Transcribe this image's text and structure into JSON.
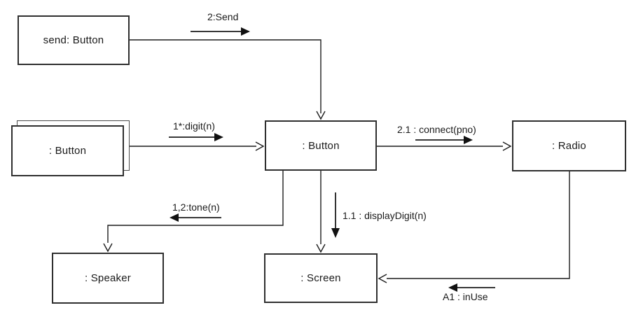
{
  "nodes": {
    "send_button": {
      "label": "send: Button"
    },
    "button_array": {
      "label": ": Button",
      "stacked": true
    },
    "button": {
      "label": ": Button"
    },
    "radio": {
      "label": ": Radio"
    },
    "speaker": {
      "label": ": Speaker"
    },
    "screen": {
      "label": ": Screen"
    }
  },
  "messages": {
    "send": {
      "label": "2:Send",
      "from": "send_button",
      "to": "button",
      "direction": "right"
    },
    "digit": {
      "label": "1*:digit(n)",
      "from": "button_array",
      "to": "button",
      "direction": "right"
    },
    "connect": {
      "label": "2.1 : connect(pno)",
      "from": "button",
      "to": "radio",
      "direction": "right"
    },
    "display_digit": {
      "label": "1.1 : displayDigit(n)",
      "from": "button",
      "to": "screen",
      "direction": "down"
    },
    "tone": {
      "label": "1,2:tone(n)",
      "from": "button",
      "to": "speaker",
      "direction": "left"
    },
    "in_use": {
      "label": "A1 : inUse",
      "from": "radio",
      "to": "screen",
      "direction": "left"
    }
  },
  "colors": {
    "background": "#ffffff",
    "line": "#1c1c1c",
    "node_border": "#2f2f2f",
    "text": "#1a1a1a"
  }
}
